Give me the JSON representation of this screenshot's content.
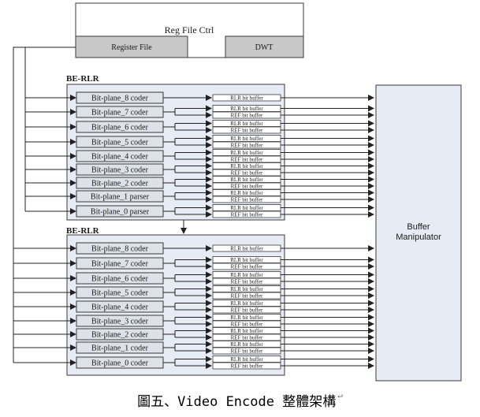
{
  "top": {
    "title": "Reg File Ctrl",
    "register_file": "Register File",
    "dwt": "DWT"
  },
  "group_label": "BE-RLR",
  "rlr_buffer_label": "RLR bit buffer",
  "ref_buffer_label": "REF bit buffer",
  "buffer_manipulator": [
    "Buffer",
    "Manipulator"
  ],
  "group1": {
    "coders": [
      "Bit-plane_8 coder",
      "Bit-plane_7 coder",
      "Bit-plane_6 coder",
      "Bit-plane_5 coder",
      "Bit-plane_4 coder",
      "Bit-plane_3 coder",
      "Bit-plane_2 coder",
      "Bit-plane_1 parser",
      "Bit-plane_0 parser"
    ]
  },
  "group2": {
    "coders": [
      "Bit-plane_8 coder",
      "Bit-plane_7 coder",
      "Bit-plane_6 coder",
      "Bit-plane_5 coder",
      "Bit-plane_4 coder",
      "Bit-plane_3 coder",
      "Bit-plane_2 coder",
      "Bit-plane_1 coder",
      "Bit-plane_0 coder"
    ]
  },
  "caption": {
    "text": "圖五、Video Encode 整體架構",
    "mark": "↵"
  },
  "colors": {
    "panel_fill": "#e7ebf3",
    "block_fill": "#dde1e8",
    "stroke": "#3a3a3a"
  }
}
